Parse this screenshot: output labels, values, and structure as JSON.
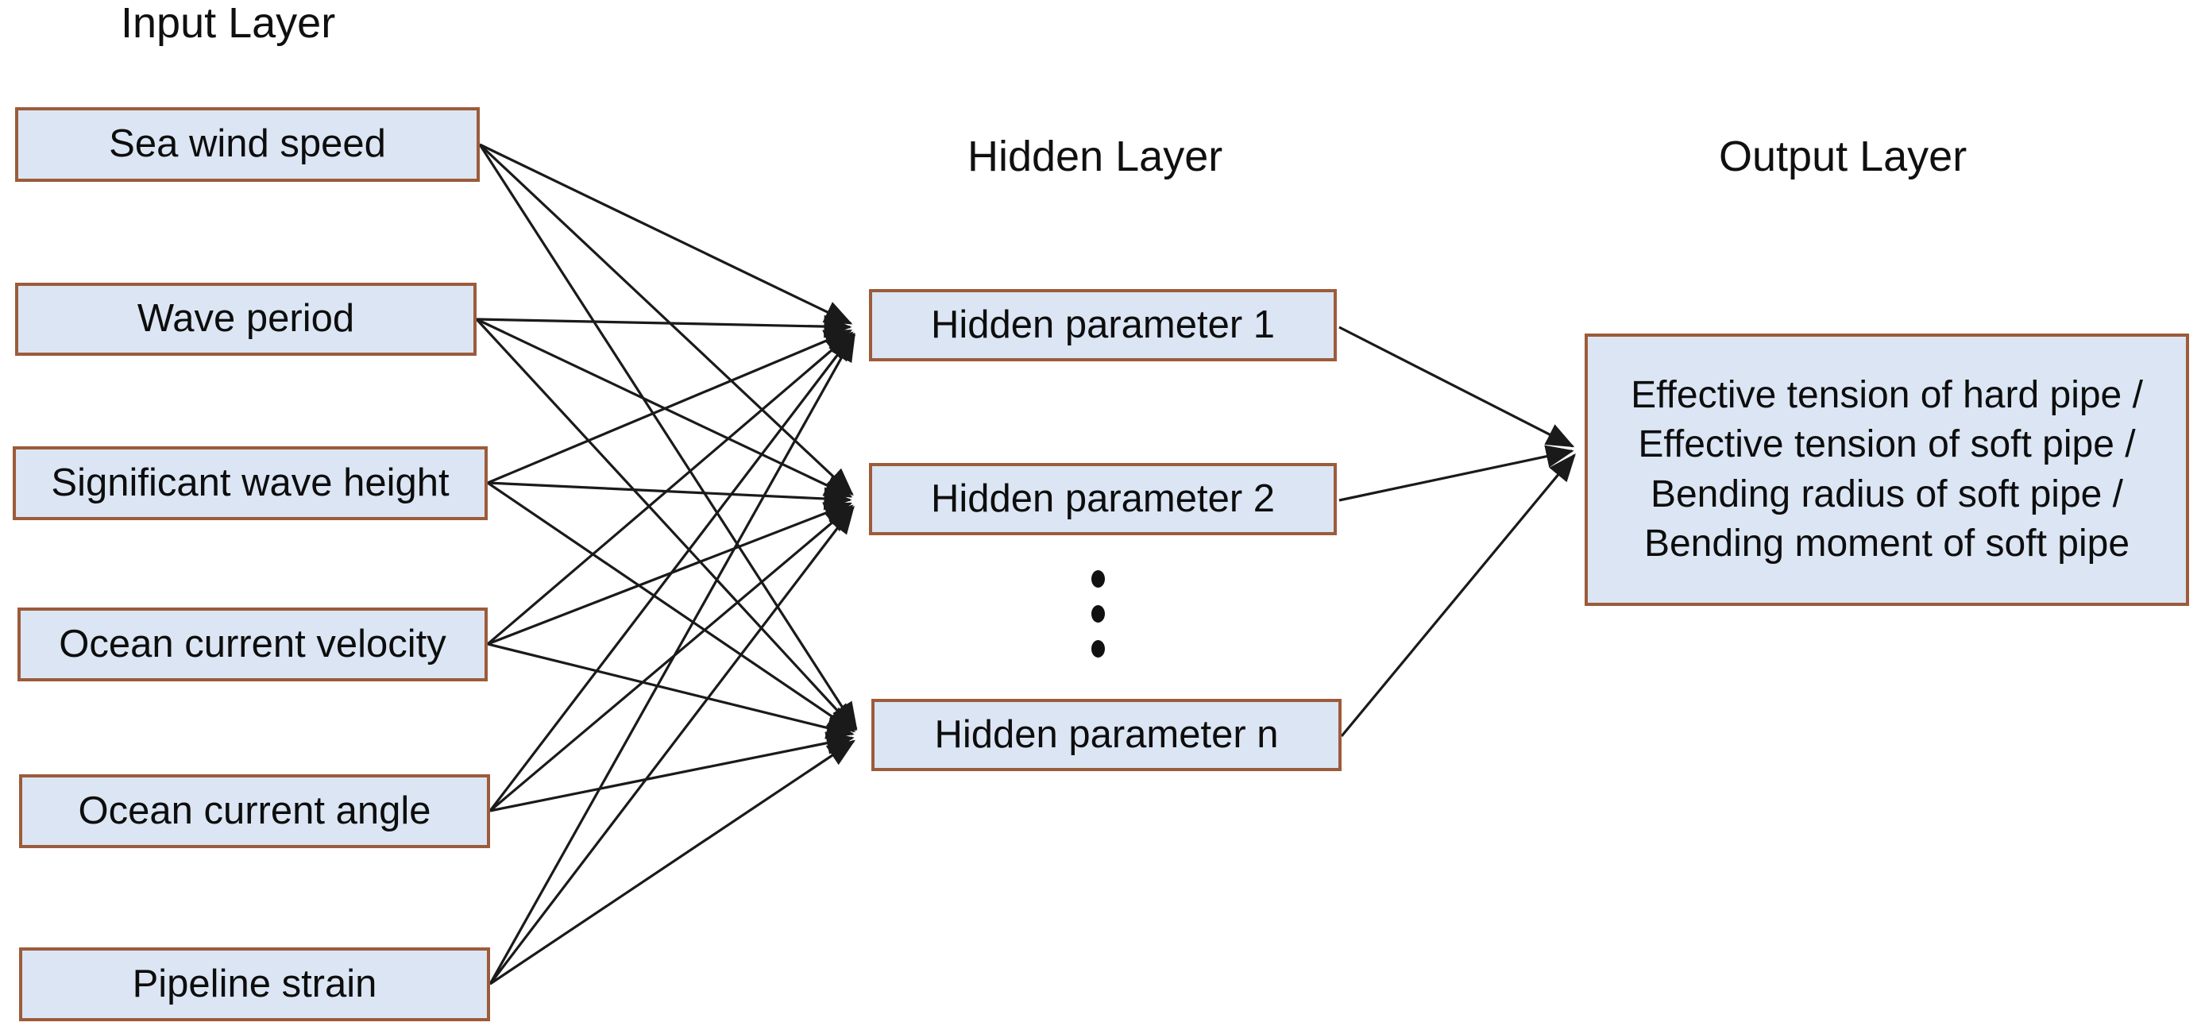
{
  "diagram": {
    "type": "neural-network-architecture",
    "title_absent": true,
    "colors": {
      "node_fill": "#dbe5f3",
      "node_border": "#9c5b3a",
      "edge": "#1a1a1a",
      "text": "#0d0d0d",
      "background": "#ffffff"
    },
    "layers": [
      {
        "id": "input",
        "title": "Input Layer",
        "nodes": [
          {
            "id": "in1",
            "label": "Sea wind speed"
          },
          {
            "id": "in2",
            "label": "Wave period"
          },
          {
            "id": "in3",
            "label": "Significant wave height"
          },
          {
            "id": "in4",
            "label": "Ocean current velocity"
          },
          {
            "id": "in5",
            "label": "Ocean current angle"
          },
          {
            "id": "in6",
            "label": "Pipeline strain"
          }
        ]
      },
      {
        "id": "hidden",
        "title": "Hidden Layer",
        "ellipsis": "vertical-dots",
        "nodes": [
          {
            "id": "h1",
            "label": "Hidden parameter 1"
          },
          {
            "id": "h2",
            "label": "Hidden parameter 2"
          },
          {
            "id": "hn",
            "label": "Hidden parameter n"
          }
        ]
      },
      {
        "id": "output",
        "title": "Output Layer",
        "nodes": [
          {
            "id": "out1",
            "label": "Effective tension of hard pipe /\nEffective tension of soft pipe /\nBending radius of soft pipe /\nBending moment of soft pipe"
          }
        ]
      }
    ],
    "connections": {
      "input_to_hidden": "fully-connected",
      "hidden_to_output": "fully-connected",
      "arrowheads": true
    }
  }
}
